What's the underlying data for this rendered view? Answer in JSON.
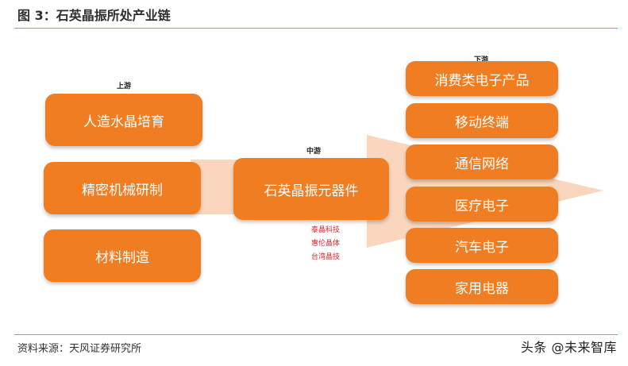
{
  "header": {
    "title": "图 3：石英晶振所处产业链"
  },
  "footer": {
    "source": "资料来源：天风证券研究所"
  },
  "watermark": "头条 @未来智库",
  "tiers": {
    "upstream": "上游",
    "midstream": "中游",
    "downstream": "下游"
  },
  "upstream_items": [
    "人造水晶培育",
    "精密机械研制",
    "材料制造"
  ],
  "midstream_item": "石英晶振元器件",
  "midstream_companies": [
    "泰晶科技",
    "惠伦晶体",
    "台湾晶技"
  ],
  "downstream_items": [
    "消费类电子产品",
    "移动终端",
    "通信网络",
    "医疗电子",
    "汽车电子",
    "家用电器"
  ],
  "colors": {
    "box": "#f07d22",
    "arrow": "#f9d6bd",
    "rule": "#e58a3c",
    "company_text": "#d9262c"
  }
}
